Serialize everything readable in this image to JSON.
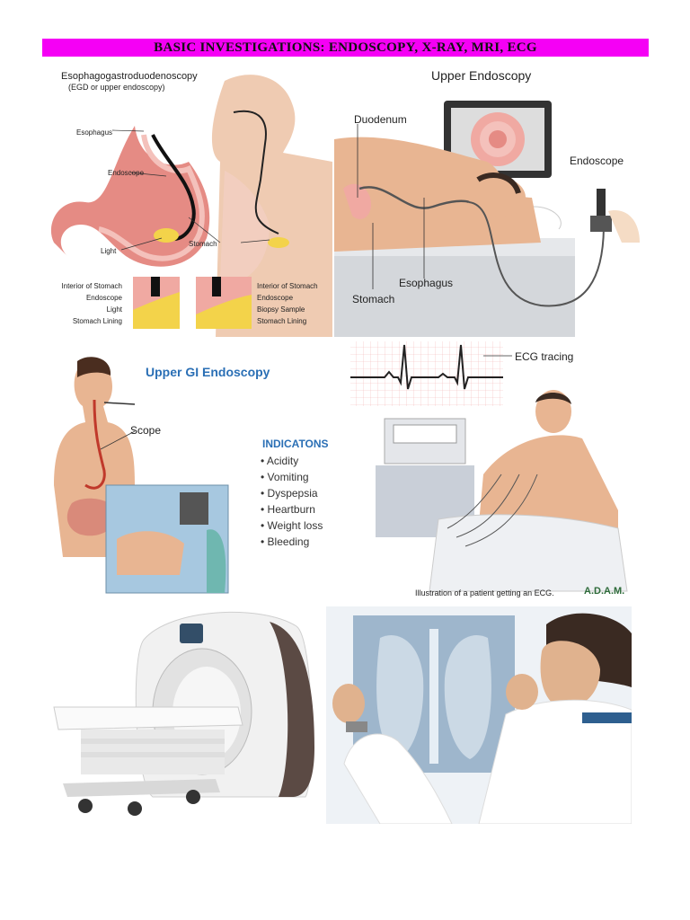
{
  "banner": {
    "title": "BASIC INVESTIGATIONS: ENDOSCOPY, X-RAY, MRI, ECG"
  },
  "egd": {
    "title": "Esophagogastroduodenoscopy",
    "subtitle": "(EGD or upper endoscopy)",
    "labels": {
      "esophagus": "Esophagus",
      "endoscope": "Endoscope",
      "light": "Light",
      "stomach": "Stomach"
    },
    "inset_left": [
      "Interior of Stomach",
      "Endoscope",
      "Light",
      "Stomach Lining"
    ],
    "inset_right": [
      "Interior of Stomach",
      "Endoscope",
      "Biopsy Sample",
      "Stomach Lining"
    ]
  },
  "upper_endoscopy": {
    "title": "Upper Endoscopy",
    "labels": {
      "duodenum": "Duodenum",
      "endoscope": "Endoscope",
      "esophagus": "Esophagus",
      "stomach": "Stomach"
    }
  },
  "gi": {
    "title": "Upper GI Endoscopy",
    "scope_label": "Scope",
    "indications_title": "INDICATONS",
    "indications": [
      "Acidity",
      "Vomiting",
      "Dyspepsia",
      "Heartburn",
      "Weight loss",
      "Bleeding"
    ]
  },
  "ecg": {
    "tracing_label": "ECG tracing",
    "caption": "Illustration of a patient getting an ECG.",
    "brand": "A.D.A.M."
  },
  "colors": {
    "banner": "#f500f5",
    "skin": "#e8b592",
    "stomach_pink": "#f0a9a2",
    "gi_title": "#2a6fb5",
    "ecg_grid": "#f3b8b8"
  }
}
